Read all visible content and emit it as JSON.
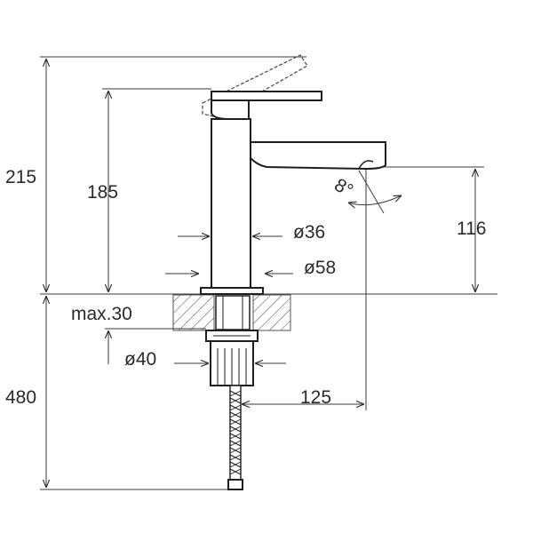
{
  "dimensions": {
    "overall_height": "215",
    "lever_height": "185",
    "spout_height": "116",
    "below_deck": "480",
    "deck_thickness": "max.30",
    "body_diameter": "ø36",
    "base_diameter": "ø58",
    "shank_diameter": "ø40",
    "spout_reach": "125",
    "spout_angle": "8°"
  },
  "colors": {
    "line": "#1f1f1f",
    "hatch": "#555555",
    "background": "#ffffff"
  }
}
